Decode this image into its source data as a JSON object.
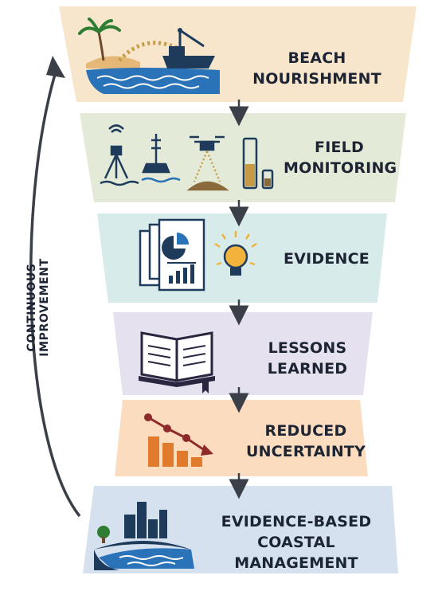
{
  "stages": [
    {
      "id": "beach-nourishment",
      "lines": [
        "BEACH NOURISHMENT"
      ],
      "fill": "#f7e6cb",
      "icon": "beach-dredger-icon"
    },
    {
      "id": "field-monitoring",
      "lines": [
        "FIELD",
        "MONITORING"
      ],
      "fill": "#e3ead7",
      "icon": "monitoring-instruments-icon"
    },
    {
      "id": "evidence",
      "lines": [
        "EVIDENCE"
      ],
      "fill": "#d6ebea",
      "icon": "report-lightbulb-icon"
    },
    {
      "id": "lessons-learned",
      "lines": [
        "LESSONS",
        "LEARNED"
      ],
      "fill": "#e5e1ef",
      "icon": "open-book-icon"
    },
    {
      "id": "reduced-uncertainty",
      "lines": [
        "REDUCED",
        "UNCERTAINTY"
      ],
      "fill": "#fbdcbf",
      "icon": "declining-chart-icon"
    },
    {
      "id": "evidence-based-coastal-management",
      "lines": [
        "EVIDENCE-BASED",
        "COASTAL MANAGEMENT"
      ],
      "fill": "#d6e1f0",
      "icon": "coastal-city-icon"
    }
  ],
  "feedback_loop": {
    "label": "CONTINUOUS IMPROVEMENT",
    "icon": "curved-arrow-icon"
  },
  "colors": {
    "text": "#1d2433",
    "arrow": "#3a3f48",
    "navy": "#1f3b5c",
    "blue": "#2a73b8",
    "orange": "#e07a2c",
    "gold": "#c79a45"
  }
}
